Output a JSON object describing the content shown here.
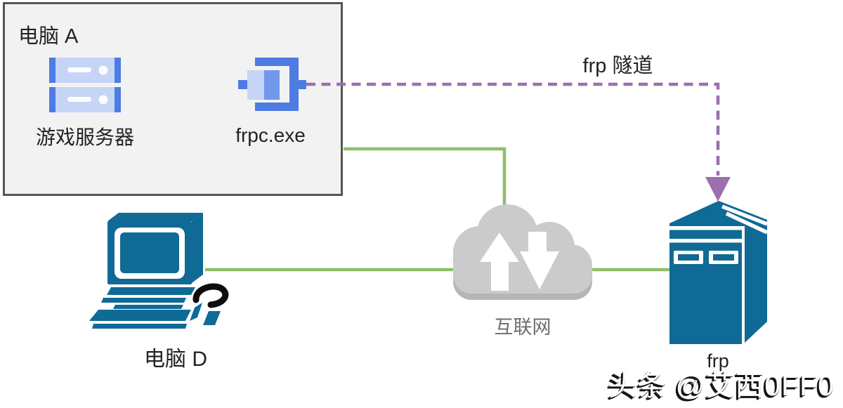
{
  "diagram": {
    "box_computer_a": {
      "title": "电脑 A",
      "game_server_label": "游戏服务器",
      "frpc_label": "frpc.exe"
    },
    "tunnel_label": "frp 隧道",
    "internet_label": "互联网",
    "computer_d_label": "电脑 D",
    "frp_server_label": "frp"
  },
  "watermark": "头条 @艾西0FF0",
  "colors": {
    "teal": "#106a96",
    "green": "#8cbf68",
    "purple": "#9c6fae",
    "icon_blue": "#4d7ce2",
    "icon_blue_mid": "#7198ea",
    "icon_blue_light": "#c6d5f6",
    "cloud": "#cbcbcb",
    "cloud_shadow": "#b5b5b5",
    "box_bg": "#f2f2f2",
    "box_border": "#555555",
    "text": "#222222",
    "muted_text": "#6e6e6e"
  }
}
